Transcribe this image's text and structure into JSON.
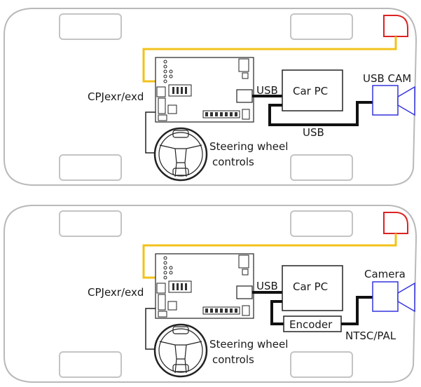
{
  "diagrams": [
    {
      "board_label": "CPJexr/exd",
      "usb_label": "USB",
      "pc_label": "Car PC",
      "camera_label": "USB CAM",
      "cable_label": "USB",
      "steering_label_line1": "Steering wheel",
      "steering_label_line2": "controls"
    },
    {
      "board_label": "CPJexr/exd",
      "usb_label": "USB",
      "pc_label": "Car PC",
      "camera_label": "Camera",
      "encoder_label": "Encoder",
      "cable_label": "NTSC/PAL",
      "steering_label_line1": "Steering wheel",
      "steering_label_line2": "controls"
    }
  ],
  "colors": {
    "car_outline": "#b9b9b9",
    "wheel_well": "#c4c4c4",
    "yellow_wire": "#f2c21b",
    "cable": "#111111",
    "camera": "#3333dd",
    "rear_light": "#dd2222"
  }
}
